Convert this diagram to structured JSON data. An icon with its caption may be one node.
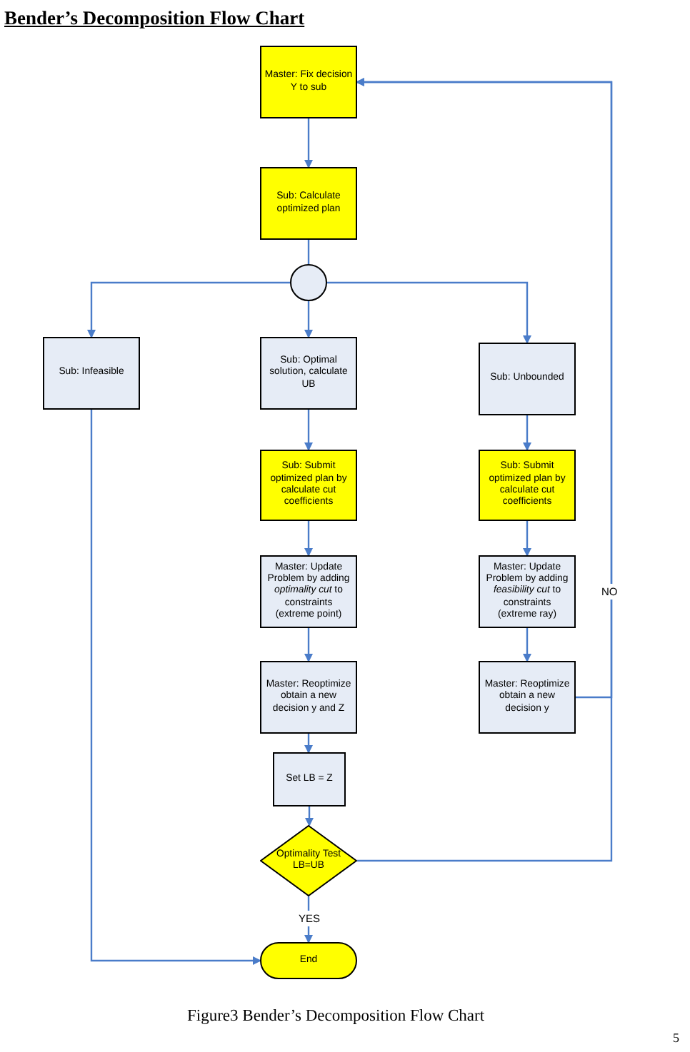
{
  "diagram": {
    "title": "Bender’s Decomposition Flow Chart",
    "caption": "Figure3 Bender’s Decomposition Flow Chart",
    "nodes": [
      {
        "text": [
          "Master: Fix decision Y to sub"
        ]
      },
      {
        "text": [
          "Sub: Calculate optimized plan"
        ]
      },
      {
        "text": [],
        "shape": "circle"
      },
      {
        "text": [
          "Sub: Infeasible"
        ]
      },
      {
        "text": [
          "Sub: Optimal solution, calculate UB"
        ]
      },
      {
        "text": [
          "Sub: Unbounded"
        ]
      },
      {
        "text": [
          "Sub: Submit optimized plan by calculate cut coefficients"
        ]
      },
      {
        "text": [
          "Sub: Submit optimized plan by calculate cut coefficients"
        ]
      },
      {
        "text": [
          "Master: Update Problem by adding *optimality cut* to constraints (extreme point)"
        ]
      },
      {
        "text": [
          "Master: Update Problem by adding *feasibility cut* to constraints (extreme ray)"
        ]
      },
      {
        "text": [
          "Master: Reoptimize obtain a new decision y and Z"
        ]
      },
      {
        "text": [
          "Master: Reoptimize obtain a new decision y"
        ]
      },
      {
        "text": [
          "Set LB = Z"
        ]
      },
      {
        "text": [
          "Optimality Test LB=UB"
        ]
      },
      {
        "text": [
          "End"
        ]
      }
    ],
    "edges": [
      {
        "from": 0,
        "to": 1,
        "arrow": "to"
      },
      {
        "from": 1,
        "to": 2,
        "arrow": "none"
      },
      {
        "from": 2,
        "to": 3,
        "arrow": "to"
      },
      {
        "from": 2,
        "to": 4,
        "arrow": "to"
      },
      {
        "from": 2,
        "to": 5,
        "arrow": "to"
      },
      {
        "from": 3,
        "to": 14,
        "arrow": "to"
      },
      {
        "from": 4,
        "to": 6,
        "arrow": "to"
      },
      {
        "from": 6,
        "to": 8,
        "arrow": "to"
      },
      {
        "from": 8,
        "to": 10,
        "arrow": "to"
      },
      {
        "from": 10,
        "to": 12,
        "arrow": "to"
      },
      {
        "from": 12,
        "to": 13,
        "arrow": "to"
      },
      {
        "from": 13,
        "to": 14,
        "arrow": "to",
        "label": "YES"
      },
      {
        "from": 5,
        "to": 7,
        "arrow": "to"
      },
      {
        "from": 7,
        "to": 9,
        "arrow": "to"
      },
      {
        "from": 9,
        "to": 11,
        "arrow": "to"
      },
      {
        "from": 11,
        "to": 0,
        "arrow": "to"
      },
      {
        "from": 13,
        "to": 0,
        "arrow": "to",
        "label": "NO"
      }
    ],
    "labels": [
      "5"
    ]
  }
}
